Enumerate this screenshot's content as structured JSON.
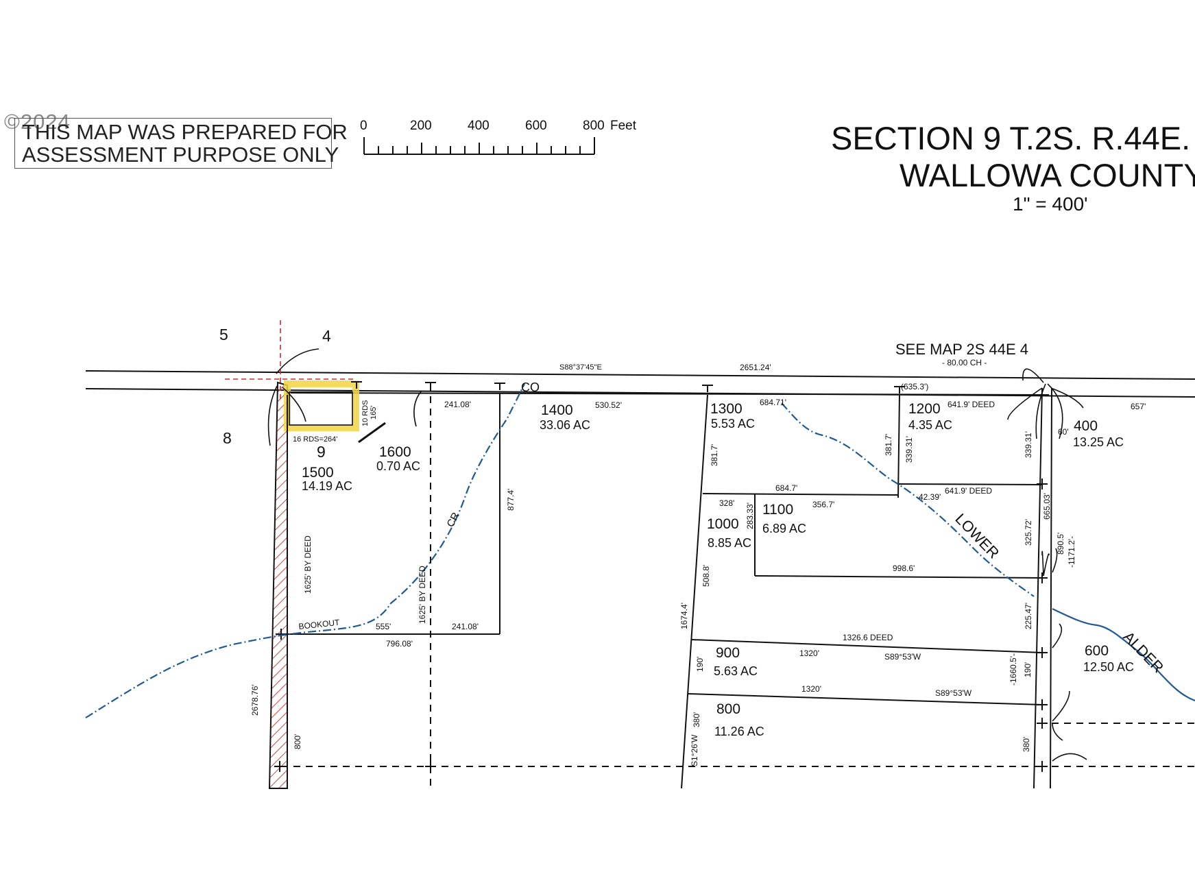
{
  "header": {
    "copyright": "©2024",
    "notice_line1": "THIS MAP WAS PREPARED FOR",
    "notice_line2": "ASSESSMENT PURPOSE ONLY",
    "title_line1": "SECTION 9 T.2S. R.44E.",
    "title_line2": "WALLOWA COUNTY",
    "scale_text": "1\" = 400'"
  },
  "scale_bar": {
    "ticks": [
      "0",
      "200",
      "400",
      "600",
      "800"
    ],
    "unit": "Feet"
  },
  "section_numbers": [
    "5",
    "4",
    "8",
    "9"
  ],
  "see_map": {
    "label": "SEE MAP 2S 44E 4",
    "sub": "- 80.00 CH -"
  },
  "roads": {
    "co": "CO",
    "cr": "CR",
    "lower": "LOWER",
    "alder": "ALDER",
    "bookout": "BOOKOUT"
  },
  "parcels": [
    {
      "id": "1500",
      "acres": "14.19 AC"
    },
    {
      "id": "1600",
      "acres": "0.70 AC"
    },
    {
      "id": "1400",
      "acres": "33.06 AC"
    },
    {
      "id": "1300",
      "acres": "5.53 AC"
    },
    {
      "id": "1200",
      "acres": "4.35 AC"
    },
    {
      "id": "400",
      "acres": "13.25 AC"
    },
    {
      "id": "1100",
      "acres": "6.89 AC"
    },
    {
      "id": "1000",
      "acres": "8.85 AC"
    },
    {
      "id": "900",
      "acres": "5.63 AC"
    },
    {
      "id": "800",
      "acres": "11.26 AC"
    },
    {
      "id": "600",
      "acres": "12.50 AC"
    }
  ],
  "dimensions": {
    "bearing_north": "S88°37'45\"E",
    "north_total": "2651.24'",
    "d_241_top": "241.08'",
    "d_530": "530.52'",
    "d_684_71": "684.71'",
    "d_635": "(635.3')",
    "d_641_deed_top": "641.9' DEED",
    "d_657": "657'",
    "d_10rds": "10 RDS",
    "d_165": "165'",
    "d_16rds": "16 RDS=264'",
    "d_381_a": "381.7'",
    "d_381_b": "381.7'",
    "d_339_a": "339.31'",
    "d_339_b": "339.31'",
    "d_60": "60'",
    "d_684_7": "684.7'",
    "d_42": "42.39'",
    "d_641_deed_mid": "641.9' DEED",
    "d_328": "328'",
    "d_283": "283.33'",
    "d_356": "356.7'",
    "d_665": "665.03'",
    "d_325": "325.72'",
    "d_890": "890.5'",
    "d_1171": "-1171.2'-",
    "d_877": "877.4'",
    "d_1625_a": "1625' BY DEED",
    "d_1625_b": "1625' BY DEED",
    "d_508": "508.8'",
    "d_998": "998.6'",
    "d_225": "225.47'",
    "d_555": "555'",
    "d_241_bot": "241.08'",
    "d_796": "796.08'",
    "d_1674": "1674.4'",
    "d_1326": "1326.6 DEED",
    "d_1320_a": "1320'",
    "bearing_s89_a": "S89°53'W",
    "d_190_a": "190'",
    "d_1660": "-1660.5'-",
    "d_190_b": "190'",
    "d_1320_b": "1320'",
    "bearing_s89_b": "S89°53'W",
    "d_2678": "2678.76'",
    "d_380_a": "380'",
    "bearing_s1": "S1°26'W",
    "d_800": "800'",
    "d_380_b": "380'"
  },
  "colors": {
    "line": "#111111",
    "creek": "#1f5a96",
    "highlight": "#f2d544",
    "hatch": "#d84545",
    "section_line": "#d12a2a"
  }
}
